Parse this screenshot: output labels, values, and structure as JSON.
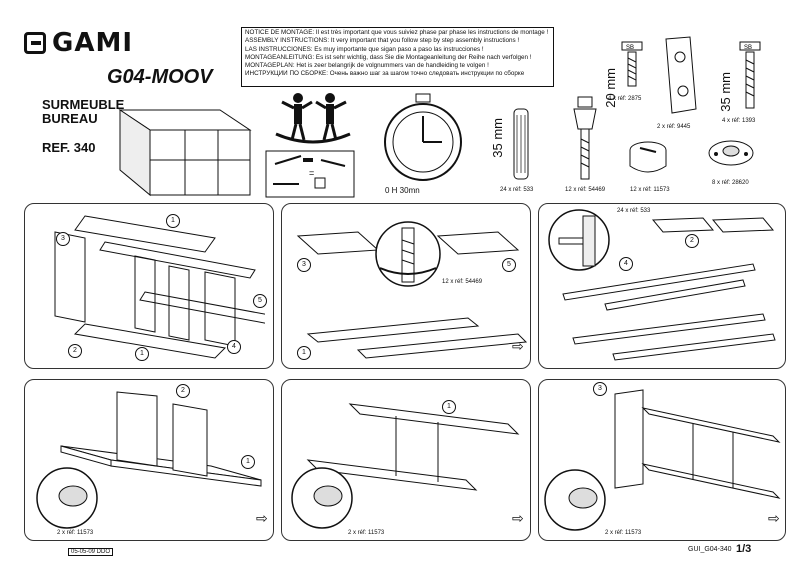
{
  "brand": {
    "name": "GAMI"
  },
  "product": {
    "model": "G04-MOOV",
    "name_line1": "SURMEUBLE",
    "name_line2": "BUREAU",
    "ref": "REF. 340"
  },
  "notice": [
    "NOTICE DE MONTAGE: Il est très important que vous suiviez phase par phase les instructions de montage !",
    "ASSEMBLY INSTRUCTIONS: It very important that you follow step by step assembly instructions !",
    "LAS INSTRUCCIONES: Es muy importante que sigan paso a paso las instrucciones !",
    "MONTAGEANLEITUNG: Es ist sehr wichtig, dass Sie die Montageanleitung der Reihe nach verfolgen !",
    "MONTAGEPLAN: Het is zeer belangrijk de volgnummers van de handleiding te volgen !",
    "ИНСТРУКЦИИ ПО СБОРКЕ: Очень важно шаг за шагом точно следовать инструкции по сборке"
  ],
  "time": "0 H 30mn",
  "parts": [
    {
      "dim": "20 mm",
      "qty": "4 x réf: 2875",
      "badge": "SB"
    },
    {
      "dim": "",
      "qty": "2 x réf: 9445",
      "badge": ""
    },
    {
      "dim": "35 mm",
      "qty": "4 x réf: 1393",
      "badge": "SB"
    },
    {
      "dim": "35 mm",
      "qty": "24 x réf: 533",
      "badge": ""
    },
    {
      "dim": "",
      "qty": "12 x réf: 54469",
      "badge": ""
    },
    {
      "dim": "",
      "qty": "12 x réf: 11573",
      "badge": ""
    },
    {
      "dim": "",
      "qty": "8 x réf: 28620",
      "badge": ""
    }
  ],
  "steps": [
    {
      "label": "",
      "callouts": [
        "1",
        "2",
        "3",
        "4",
        "5",
        "1"
      ]
    },
    {
      "label": "12 x réf: 54469",
      "callouts": [
        "3",
        "1",
        "5"
      ]
    },
    {
      "label": "24 x réf: 533",
      "callouts": [
        "2",
        "4"
      ]
    },
    {
      "label": "2 x réf: 11573",
      "callouts": [
        "2",
        "1"
      ]
    },
    {
      "label": "2 x réf: 11573",
      "callouts": [
        "1"
      ]
    },
    {
      "label": "2 x réf: 11573",
      "callouts": [
        "3"
      ]
    }
  ],
  "footer": {
    "date": "05-05-09 DDO",
    "code": "GUI_G04-340",
    "page": "1/3"
  }
}
